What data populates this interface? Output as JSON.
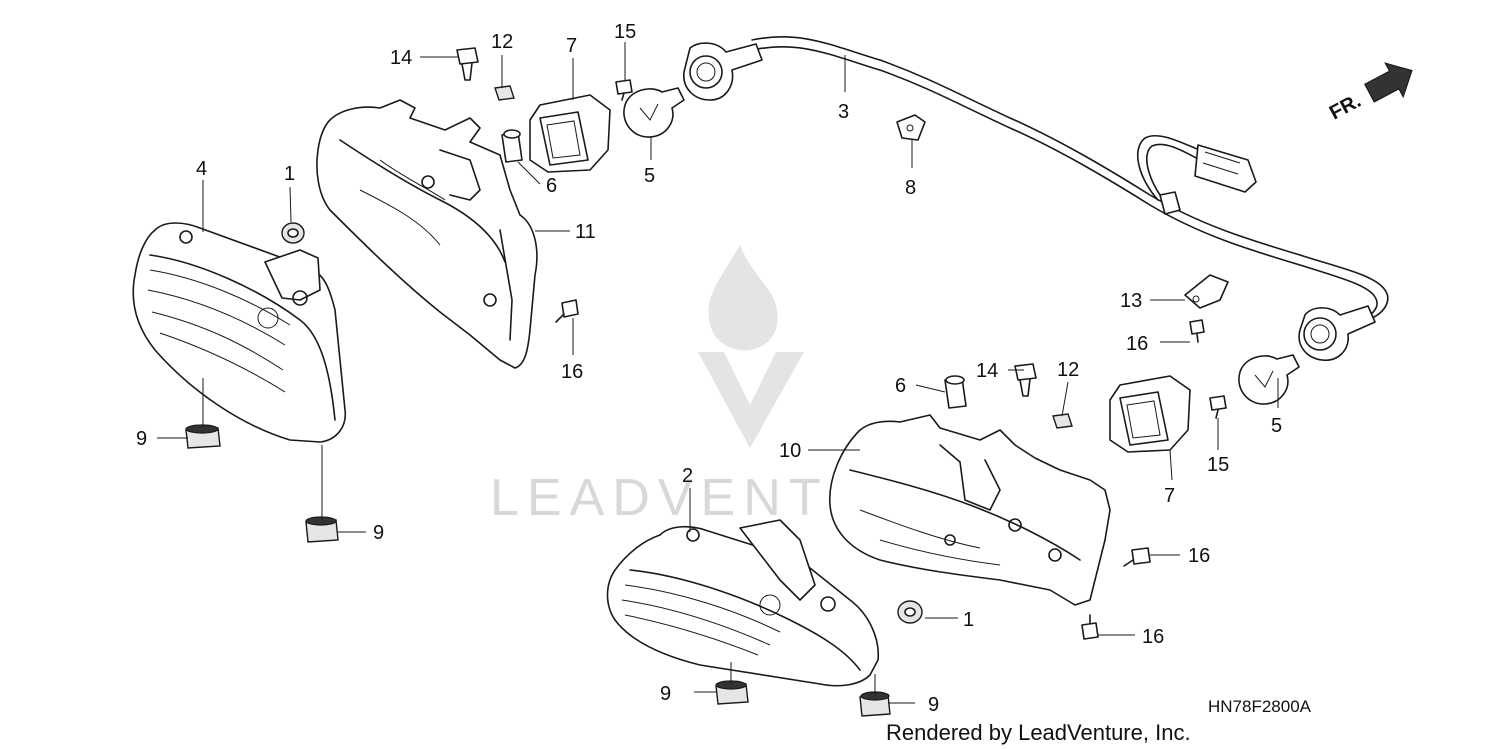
{
  "watermark": {
    "text": "LEADVENTURE"
  },
  "direction": {
    "label": "FR."
  },
  "diagram_code": "HN78F2800A",
  "credit": "Rendered by LeadVenture, Inc.",
  "callouts": {
    "c14a": "14",
    "c12a": "12",
    "c7a": "7",
    "c15a": "15",
    "c3": "3",
    "c4": "4",
    "c1a": "1",
    "c6a": "6",
    "c5a": "5",
    "c8": "8",
    "c11": "11",
    "c16a": "16",
    "c9a": "9",
    "c9b": "9",
    "c13": "13",
    "c16b": "16",
    "c6b": "6",
    "c14b": "14",
    "c12b": "12",
    "c5b": "5",
    "c10": "10",
    "c15b": "15",
    "c7b": "7",
    "c2": "2",
    "c16c": "16",
    "c1b": "1",
    "c16d": "16",
    "c9c": "9",
    "c9d": "9"
  }
}
